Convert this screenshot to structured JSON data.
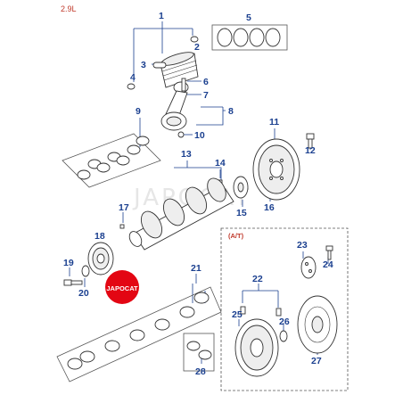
{
  "engine_label": "2.9L",
  "at_label": "(A/T)",
  "watermark": "JAPOCAT",
  "logo_text": "JAPOCAT",
  "callouts": [
    "1",
    "2",
    "3",
    "4",
    "5",
    "6",
    "7",
    "8",
    "9",
    "10",
    "11",
    "12",
    "13",
    "14",
    "15",
    "16",
    "17",
    "18",
    "19",
    "20",
    "21",
    "22",
    "23",
    "24",
    "25",
    "26",
    "27",
    "28"
  ],
  "colors": {
    "callout": "#1a3f8f",
    "accent": "#c0392b",
    "logo": "#e30613"
  }
}
